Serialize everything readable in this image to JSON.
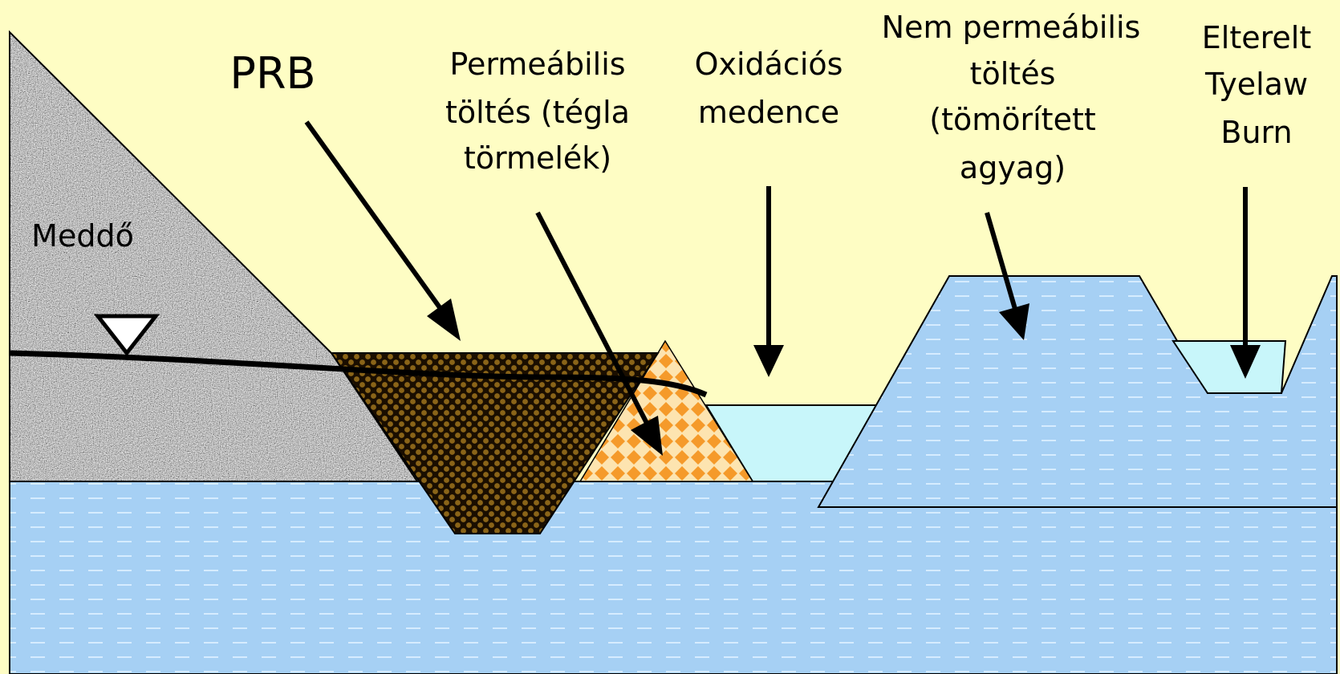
{
  "labels": {
    "prb": "PRB",
    "permeable_fill": [
      "Permeábilis",
      "töltés (tégla",
      "törmelék)"
    ],
    "oxidation_pond": [
      "Oxidációs",
      "medence"
    ],
    "impermeable_fill": [
      "Nem permeábilis",
      "töltés",
      "(tömörített",
      "agyag)"
    ],
    "diverted_burn": [
      "Elterelt",
      "Tyelaw",
      "Burn"
    ],
    "tailings": "Meddő"
  },
  "colors": {
    "background": "#fefdc4",
    "clay": "#a6d0f4",
    "water": "#c8f6fa",
    "tailings": "#9a9a9a",
    "prb": "#5a3b0c",
    "brick_orange": "#f59a2a",
    "brick_light": "#fde4b0",
    "line": "#000000"
  },
  "symbols": [
    "water-table-triangle-icon"
  ]
}
